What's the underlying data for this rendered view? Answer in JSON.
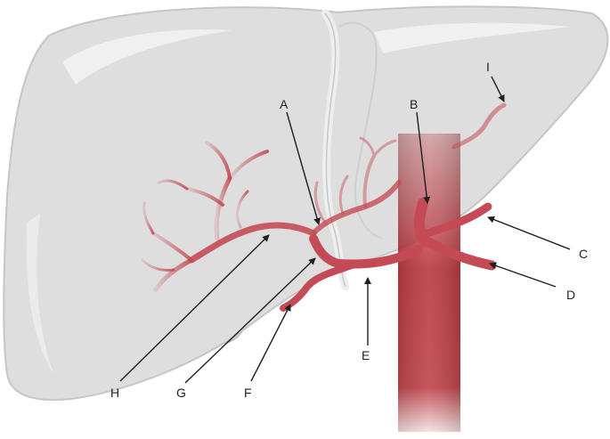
{
  "diagram": {
    "labels": {
      "a": "A",
      "b": "B",
      "c": "C",
      "d": "D",
      "e": "E",
      "f": "F",
      "g": "G",
      "h": "H",
      "i": "I"
    },
    "colors": {
      "liver_fill": "#dcdcdc",
      "liver_outline": "#c4c4c4",
      "vessel": "#c44b55",
      "aorta": "#b8323a",
      "arrow": "#1f1f1f"
    }
  }
}
